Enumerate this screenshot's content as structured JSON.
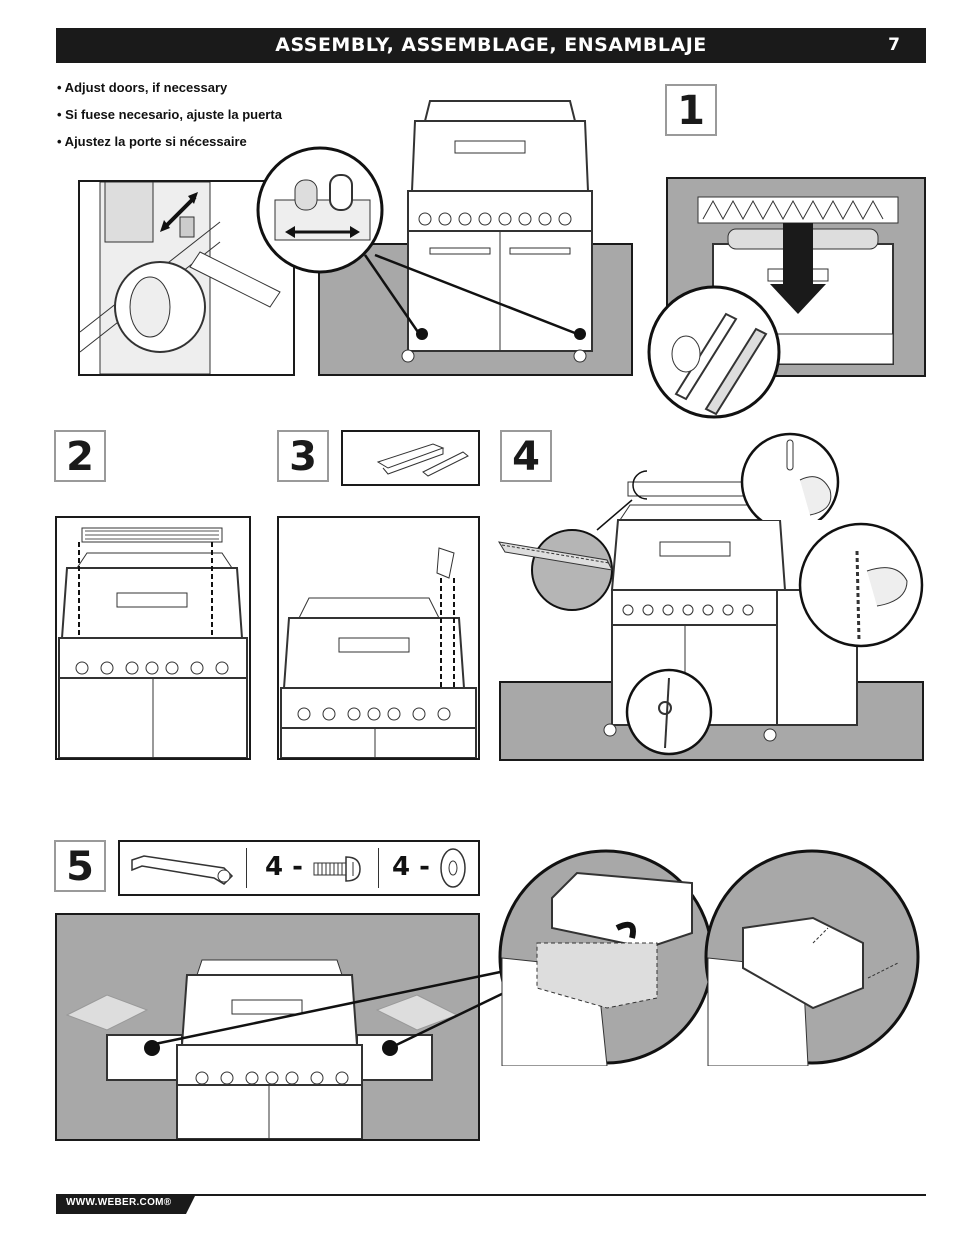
{
  "header": {
    "title": "ASSEMBLY, ASSEMBLAGE, ENSAMBLAJE",
    "page_number": "7"
  },
  "instructions": [
    "• Adjust doors, if necessary",
    "• Si fuese necesario, ajuste la puerta",
    "• Ajustez la porte si nécessaire"
  ],
  "steps": {
    "step1": "1",
    "step2": "2",
    "step3": "3",
    "step4": "4",
    "step5": "5"
  },
  "step5_parts": {
    "screw_count": "4 -",
    "washer_count": "4 -"
  },
  "footer": {
    "url": "WWW.WEBER.COM®"
  },
  "colors": {
    "header_bg": "#1a1a1a",
    "panel_gray": "#a8a8a8",
    "line": "#1a1a1a"
  }
}
